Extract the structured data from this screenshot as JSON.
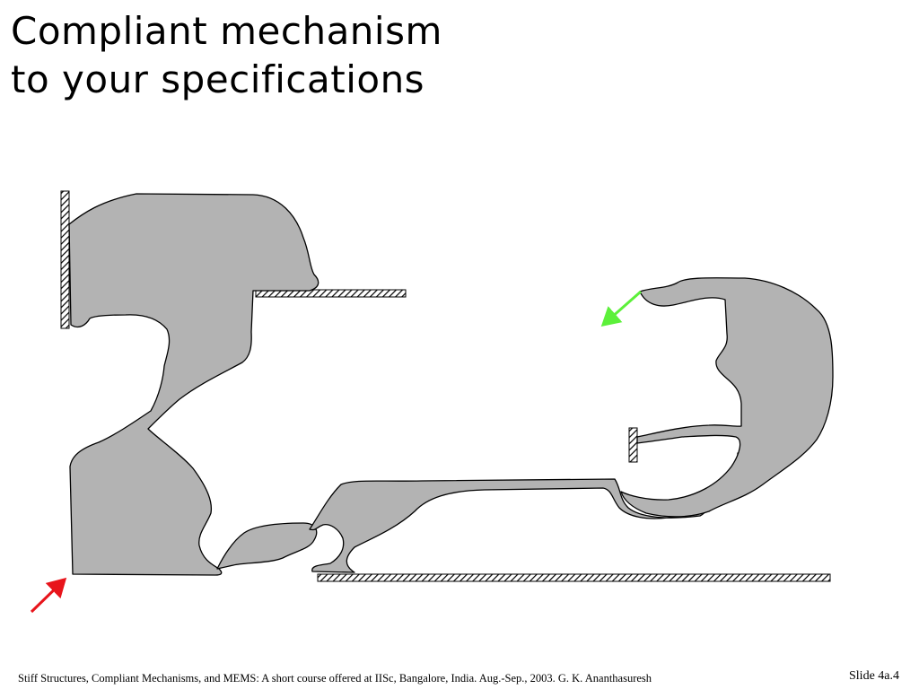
{
  "slide": {
    "title_line1": "Compliant mechanism",
    "title_line2": "to your specifications",
    "footer": "Stiff Structures, Compliant Mechanisms, and MEMS: A short course offered at IISc, Bangalore, India. Aug.-Sep., 2003. G. K. Ananthasuresh",
    "slide_number": "Slide 4a.4"
  },
  "colors": {
    "body_fill": "#b3b3b3",
    "outline": "#000000",
    "input_arrow": "#e8141b",
    "output_arrow": "#5cf03a"
  }
}
